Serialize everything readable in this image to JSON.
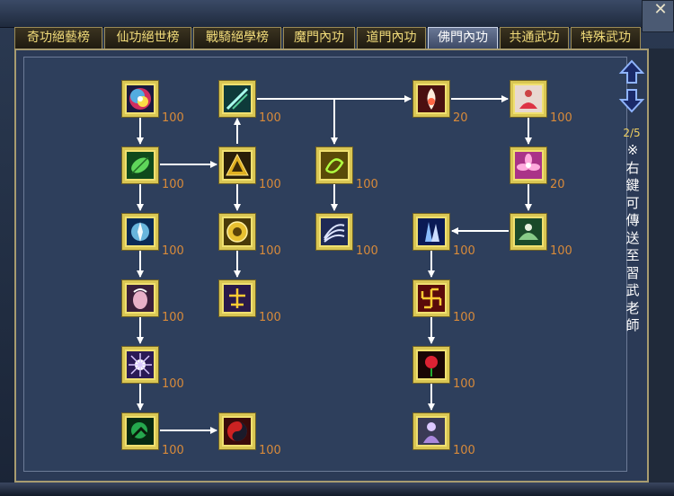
{
  "window": {
    "close_label": "✕"
  },
  "tabs": [
    {
      "label": "奇功絕藝榜",
      "active": false
    },
    {
      "label": "仙功絕世榜",
      "active": false
    },
    {
      "label": "戰騎絕學榜",
      "active": false
    },
    {
      "label": "魔門內功",
      "active": false
    },
    {
      "label": "道門內功",
      "active": false
    },
    {
      "label": "佛門內功",
      "active": true
    },
    {
      "label": "共通武功",
      "active": false
    },
    {
      "label": "特殊武功",
      "active": false
    }
  ],
  "sidebar": {
    "page": "2/5",
    "note": "※右鍵可傳送至習武老師"
  },
  "skills": [
    {
      "id": "s1",
      "icon": "rainbow-burst-icon",
      "level": "100"
    },
    {
      "id": "s2",
      "icon": "leaf-icon",
      "level": "100"
    },
    {
      "id": "s3",
      "icon": "ice-shard-icon",
      "level": "100"
    },
    {
      "id": "s4",
      "icon": "palm-strike-icon",
      "level": "100"
    },
    {
      "id": "s5",
      "icon": "radiant-star-icon",
      "level": "100"
    },
    {
      "id": "s6",
      "icon": "green-fist-icon",
      "level": "100"
    },
    {
      "id": "s7",
      "icon": "light-streak-icon",
      "level": "100"
    },
    {
      "id": "s8",
      "icon": "golden-pyramid-icon",
      "level": "100"
    },
    {
      "id": "s9",
      "icon": "golden-seal-icon",
      "level": "100"
    },
    {
      "id": "s10",
      "icon": "buddha-glyph-icon",
      "level": "100"
    },
    {
      "id": "s11",
      "icon": "yin-yang-icon",
      "level": "100"
    },
    {
      "id": "s12",
      "icon": "spiral-wind-icon",
      "level": "100"
    },
    {
      "id": "s13",
      "icon": "feather-wing-icon",
      "level": "100"
    },
    {
      "id": "s14",
      "icon": "white-flame-icon",
      "level": "20"
    },
    {
      "id": "s15",
      "icon": "blue-crystal-icon",
      "level": "100"
    },
    {
      "id": "s16",
      "icon": "swastika-seal-icon",
      "level": "100"
    },
    {
      "id": "s17",
      "icon": "red-rose-icon",
      "level": "100"
    },
    {
      "id": "s18",
      "icon": "purple-monk-icon",
      "level": "100"
    },
    {
      "id": "s19",
      "icon": "meditation-figure-icon",
      "level": "100"
    },
    {
      "id": "s20",
      "icon": "pink-lotus-icon",
      "level": "20"
    },
    {
      "id": "s21",
      "icon": "lotus-meditation-icon",
      "level": "100"
    }
  ]
}
